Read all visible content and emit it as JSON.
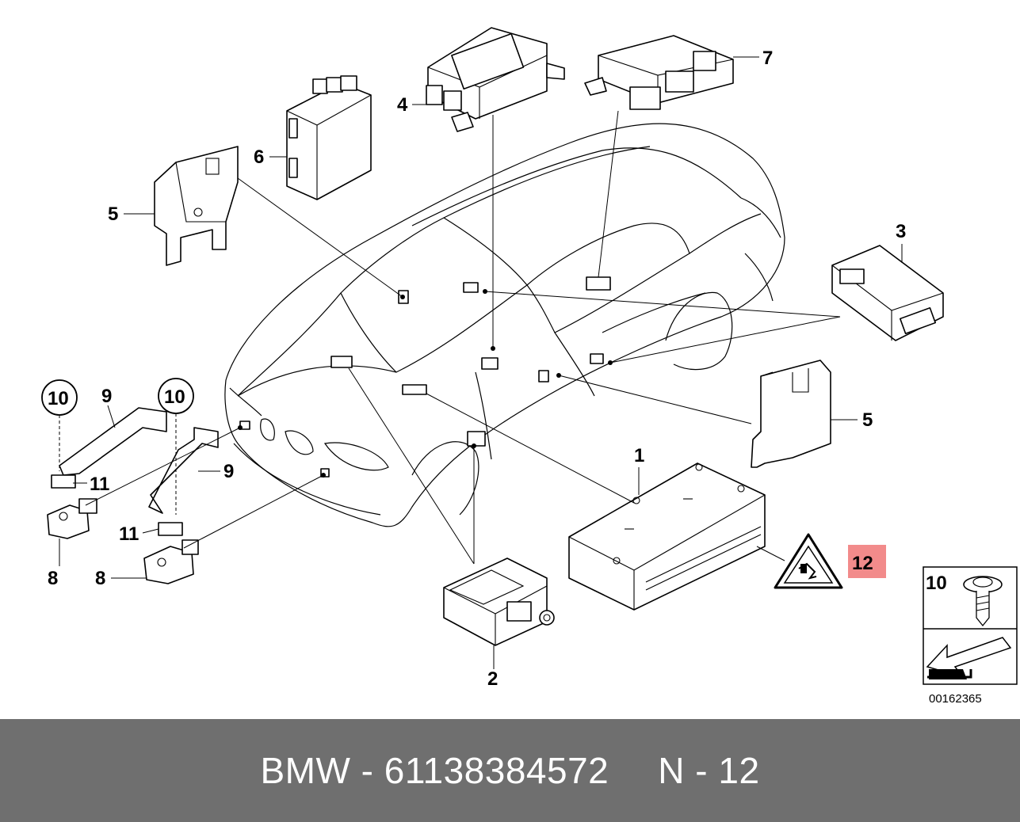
{
  "diagram": {
    "callouts": {
      "c1": "1",
      "c2": "2",
      "c3": "3",
      "c4": "4",
      "c5a": "5",
      "c5b": "5",
      "c6": "6",
      "c7": "7",
      "c8a": "8",
      "c8b": "8",
      "c9a": "9",
      "c9b": "9",
      "c10a": "10",
      "c10b": "10",
      "c11a": "11",
      "c11b": "11",
      "c12": "12"
    },
    "highlight_color": "#f28b8b",
    "legend_box": {
      "number": "10",
      "icon": "screw-icon",
      "arrow_icon": "direction-arrow-icon"
    },
    "drawing_number": "00162365"
  },
  "footer": {
    "brand": "BMW",
    "separator": "-",
    "part_number": "61138384572",
    "position": "N - 12",
    "background": "#6f6f6f"
  }
}
